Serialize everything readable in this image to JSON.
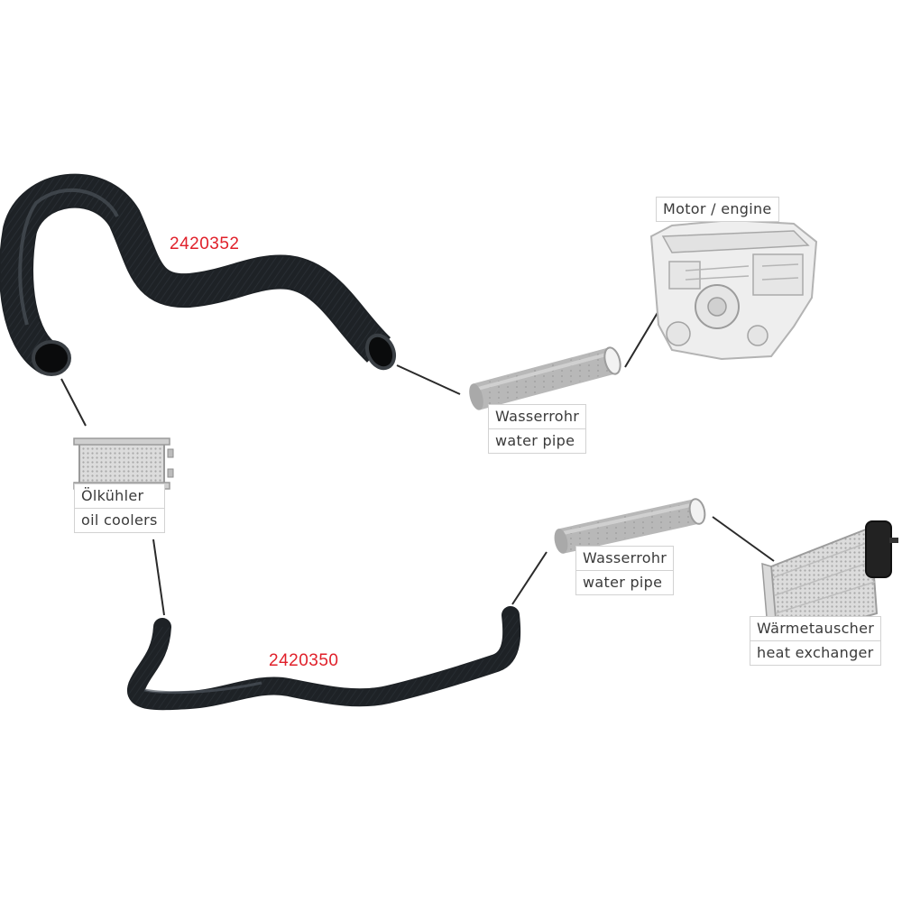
{
  "parts": {
    "upper_hose": {
      "number": "2420352"
    },
    "lower_hose": {
      "number": "2420350"
    }
  },
  "labels": {
    "engine": {
      "line1": "Motor / engine"
    },
    "water_pipe_upper": {
      "line1": "Wasserrohr",
      "line2": "water pipe"
    },
    "oil_cooler": {
      "line1": "Ölkühler",
      "line2": "oil coolers"
    },
    "water_pipe_lower": {
      "line1": "Wasserrohr",
      "line2": "water pipe"
    },
    "heat_exchanger": {
      "line1": "Wärmetauscher",
      "line2": "heat exchanger"
    }
  },
  "colors": {
    "part_number": "#e0202a",
    "hose": "#1e2226",
    "connector_line": "#2a2a2a",
    "component_gray": "#b8b8b8"
  },
  "icons": [
    "engine-icon",
    "water-pipe-icon",
    "oil-cooler-icon",
    "heat-exchanger-icon"
  ]
}
